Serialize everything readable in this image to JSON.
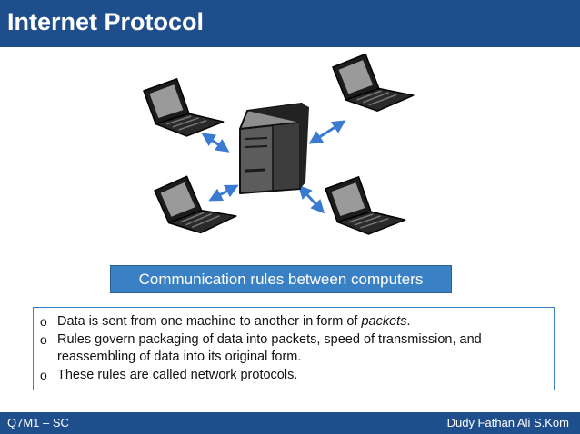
{
  "slide": {
    "title": "Internet Protocol",
    "caption": "Communication rules between computers",
    "bullets": [
      {
        "marker": "o",
        "before": "Data is sent from one machine to another in form of ",
        "emphasis": "packets",
        "after": "."
      },
      {
        "marker": "o",
        "text": "Rules govern packaging of data into packets, speed of transmission, and reassembling of data into its original form."
      },
      {
        "marker": "o",
        "text": "These rules are called network protocols."
      }
    ]
  },
  "footer": {
    "left": "Q7M1 – SC",
    "right": "Dudy Fathan Ali S.Kom"
  },
  "illustration": {
    "icons": [
      "server-icon",
      "laptop-icon",
      "double-arrow-icon"
    ]
  },
  "colors": {
    "header_bg": "#1f4e8c",
    "caption_bg": "#3a80c5",
    "arrow": "#3a7ad0"
  }
}
